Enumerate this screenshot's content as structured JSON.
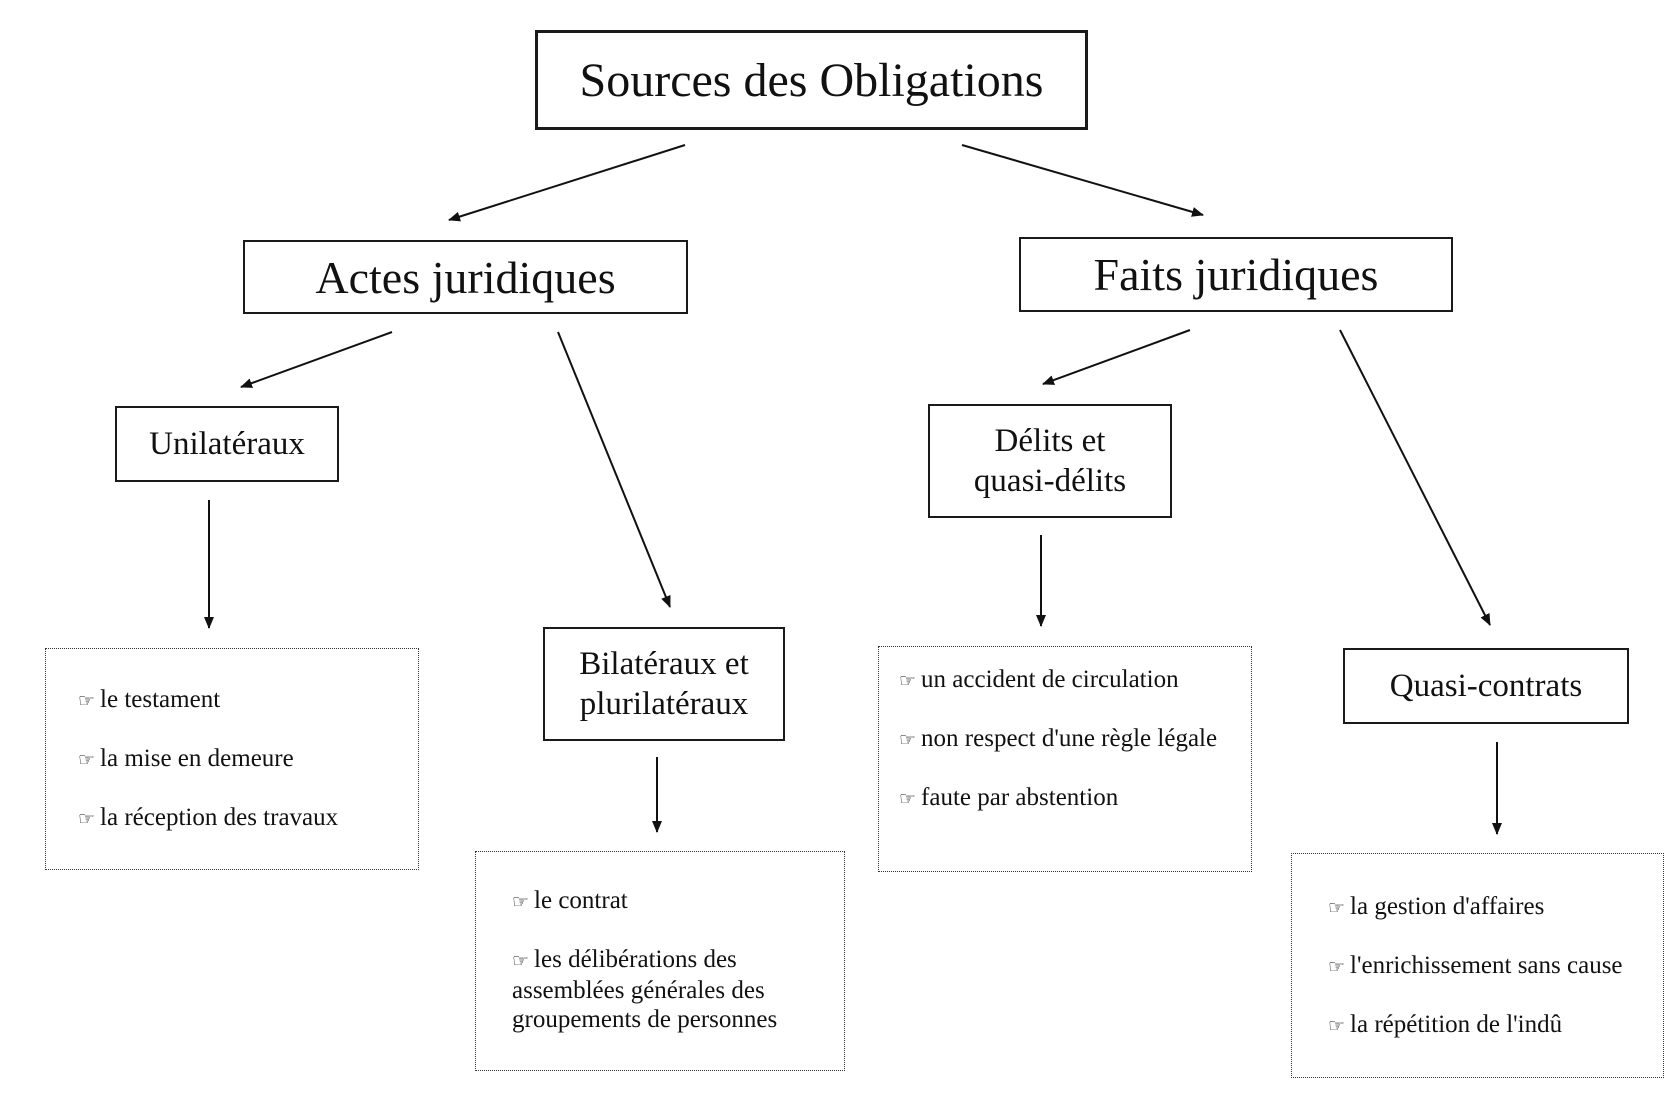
{
  "root": {
    "label": "Sources des Obligations"
  },
  "actes": {
    "label": "Actes juridiques",
    "unilateraux": {
      "label": "Unilatéraux",
      "items": [
        "le testament",
        "la mise en demeure",
        "la réception des travaux"
      ]
    },
    "bilateraux": {
      "label_line1": "Bilatéraux et",
      "label_line2": "plurilatéraux",
      "items": [
        "le contrat",
        "les délibérations des assemblées générales des groupements de personnes"
      ]
    }
  },
  "faits": {
    "label": "Faits juridiques",
    "delits": {
      "label_line1": "Délits et",
      "label_line2": "quasi-délits",
      "items": [
        "un accident de circulation",
        "non respect d'une règle légale",
        "faute par abstention"
      ]
    },
    "quasi": {
      "label": "Quasi-contrats",
      "items": [
        "la gestion d'affaires",
        "l'enrichissement sans cause",
        "la répétition de l'indû"
      ]
    }
  },
  "icons": {
    "bullet": "pointing-hand-icon"
  }
}
